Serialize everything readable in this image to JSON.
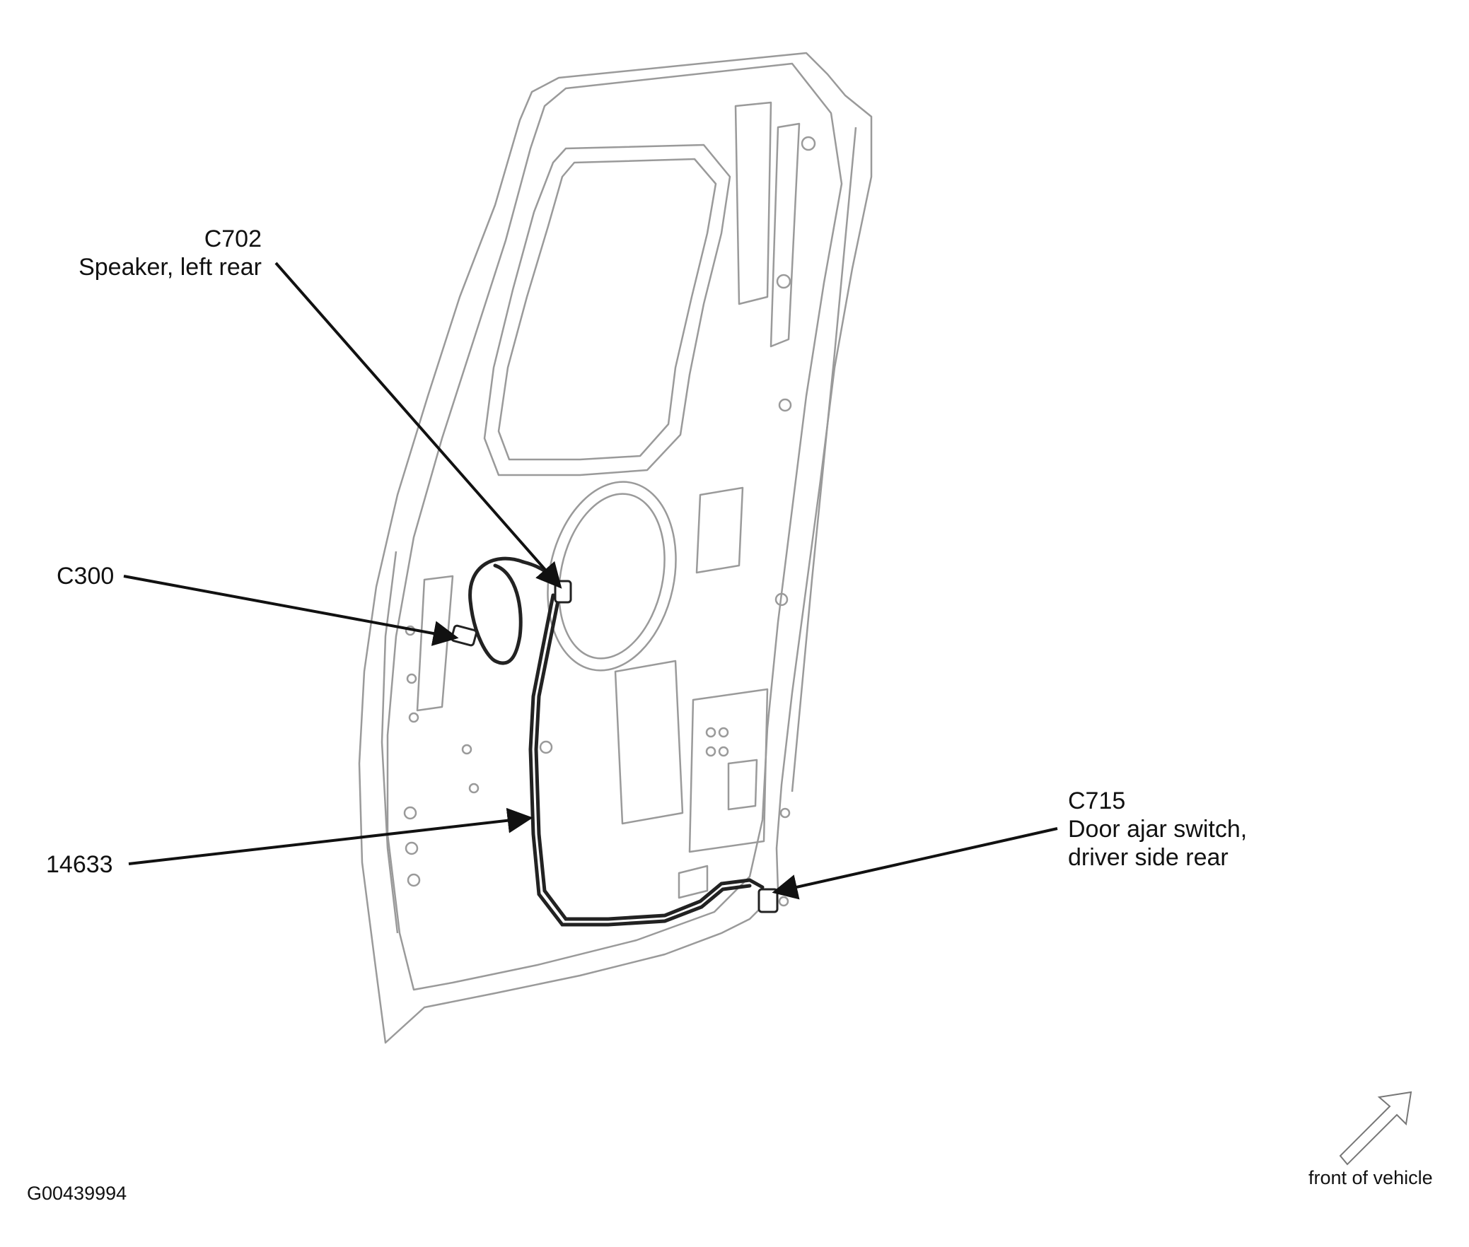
{
  "callouts": {
    "c702": {
      "code": "C702",
      "description": "Speaker, left rear"
    },
    "c300": {
      "code": "C300"
    },
    "harness": {
      "code": "14633"
    },
    "c715": {
      "code": "C715",
      "line1": "Door ajar switch,",
      "line2": "driver side rear"
    }
  },
  "orientation": {
    "label": "front of vehicle",
    "icon": "arrow-up-right-outline"
  },
  "figure_id": "G00439994",
  "colors": {
    "ink": "#111111",
    "linework": "#9a9a9a",
    "wire": "#222222"
  }
}
